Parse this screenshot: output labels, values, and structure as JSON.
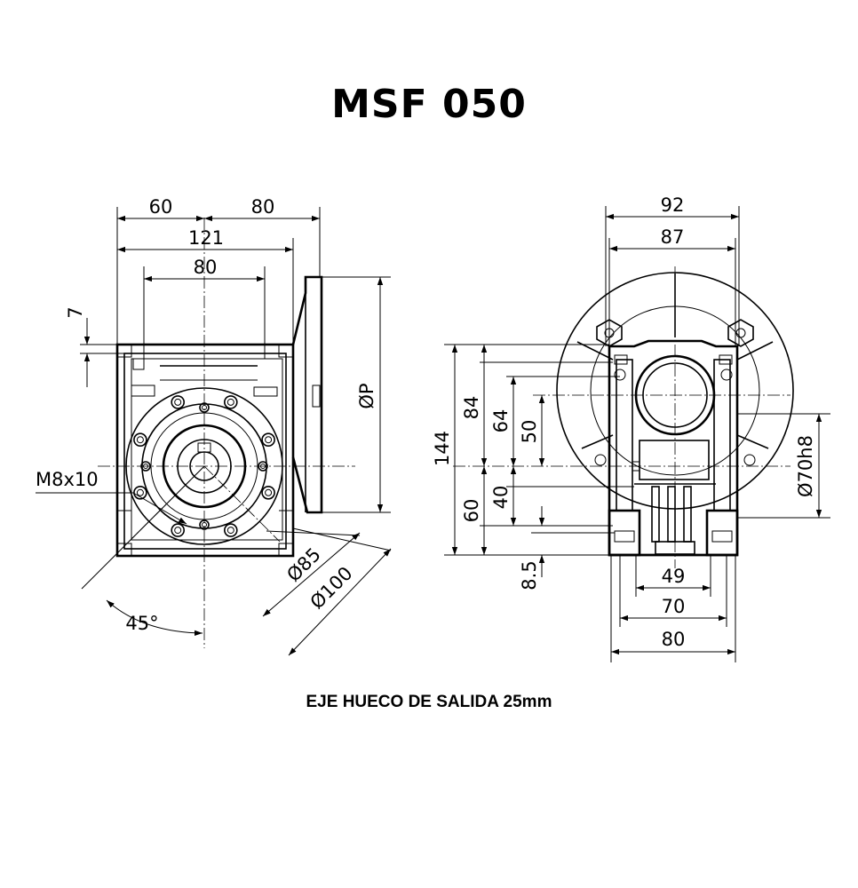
{
  "title": "MSF 050",
  "caption": "EJE HUECO DE SALIDA 25mm",
  "front_view": {
    "dim_top_left": "60",
    "dim_top_right": "80",
    "dim_overall": "121",
    "dim_bolt_spacing": "80",
    "dim_thread_offset": "7",
    "dim_flange_diameter": "ØP",
    "thread_label": "M8x10",
    "dim_inner_pcd": "Ø85",
    "dim_outer_pcd": "Ø100",
    "angle_label": "45°"
  },
  "side_view": {
    "dim_top_outer": "92",
    "dim_top_inner": "87",
    "dim_height_total": "144",
    "dim_height_84": "84",
    "dim_height_64": "64",
    "dim_height_50": "50",
    "dim_height_40": "40",
    "dim_height_60": "60",
    "dim_height_8_5": "8.5",
    "dim_pilot_diameter": "Ø70h8",
    "dim_bottom_49": "49",
    "dim_bottom_70": "70",
    "dim_bottom_80": "80"
  }
}
